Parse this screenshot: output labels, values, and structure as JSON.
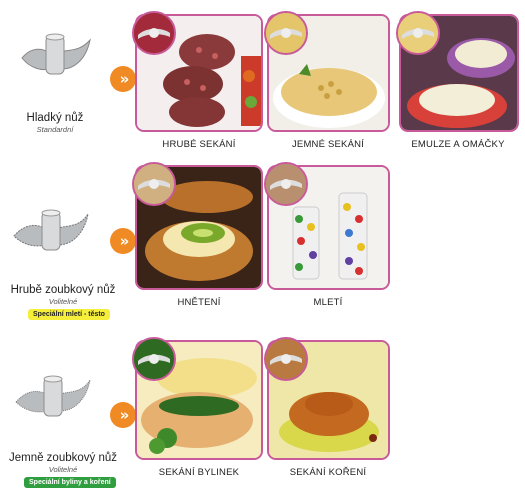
{
  "rows": [
    {
      "blade_name": "Hladký nůž",
      "blade_sub": "Standardní",
      "badge": "",
      "tiles": [
        {
          "caption": "HRUBÉ SEKÁNÍ"
        },
        {
          "caption": "JEMNÉ SEKÁNÍ"
        },
        {
          "caption": "EMULZE A OMÁČKY"
        }
      ]
    },
    {
      "blade_name": "Hrubě zoubkový nůž",
      "blade_sub": "Volitelné",
      "badge": "Speciální mletí - těsto",
      "tiles": [
        {
          "caption": "HNĚTENÍ"
        },
        {
          "caption": "MLETÍ"
        }
      ]
    },
    {
      "blade_name": "Jemně zoubkový nůž",
      "blade_sub": "Volitelné",
      "badge": "Speciální byliny a koření",
      "tiles": [
        {
          "caption": "SEKÁNÍ BYLINEK"
        },
        {
          "caption": "SEKÁNÍ KOŘENÍ"
        }
      ]
    }
  ],
  "colors": {
    "accent_arrow": "#f08a24",
    "tile_border": "#c85a9a",
    "badge_yellow": "#f5ee3a",
    "badge_green": "#2e9e3e"
  },
  "icons": {
    "arrow": "double-chevron-right-icon",
    "blade": "blade-icon"
  }
}
